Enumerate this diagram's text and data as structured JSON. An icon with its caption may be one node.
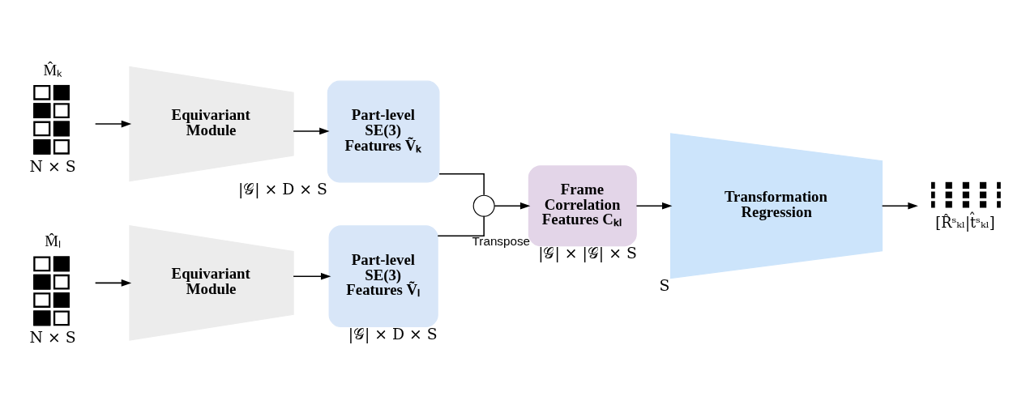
{
  "diagram": {
    "nodes": [
      {
        "text": [
          "M̂ₖ"
        ],
        "beside": [
          "N × S"
        ]
      },
      {
        "text": [
          "Equivariant Module"
        ]
      },
      {
        "text": [
          "Part-level SE(3) Features Ṽₖ"
        ],
        "beside": [
          "|𝒢| × D × S"
        ]
      },
      {
        "text": [
          "M̂ₗ"
        ],
        "beside": [
          "N × S"
        ]
      },
      {
        "text": [
          "Equivariant Module"
        ]
      },
      {
        "text": [
          "Part-level SE(3) Features Ṽₗ"
        ],
        "beside": [
          "|𝒢| × D × S"
        ]
      },
      {
        "text": [],
        "shape": "circle"
      },
      {
        "text": [
          "Frame Correlation Features Cₖₗ"
        ],
        "beside": [
          "|𝒢| × |𝒢| × S"
        ]
      },
      {
        "text": [
          "Transformation Regression"
        ],
        "beside": [
          "S"
        ]
      },
      {
        "text": [],
        "shape": "picture",
        "beside": [
          "[R̂ˢₖₗ|t̂ˢₖₗ]"
        ]
      }
    ],
    "edges": [
      {
        "from": 0,
        "to": 1,
        "arrow": "to"
      },
      {
        "from": 1,
        "to": 2,
        "arrow": "to"
      },
      {
        "from": 2,
        "to": 6,
        "arrow": "none"
      },
      {
        "from": 3,
        "to": 4,
        "arrow": "to"
      },
      {
        "from": 4,
        "to": 5,
        "arrow": "to"
      },
      {
        "from": 5,
        "to": 6,
        "arrow": "none",
        "label": "Transpose"
      },
      {
        "from": 6,
        "to": 7,
        "arrow": "to"
      },
      {
        "from": 7,
        "to": 8,
        "arrow": "to"
      },
      {
        "from": 8,
        "to": 9,
        "arrow": "to"
      }
    ]
  }
}
